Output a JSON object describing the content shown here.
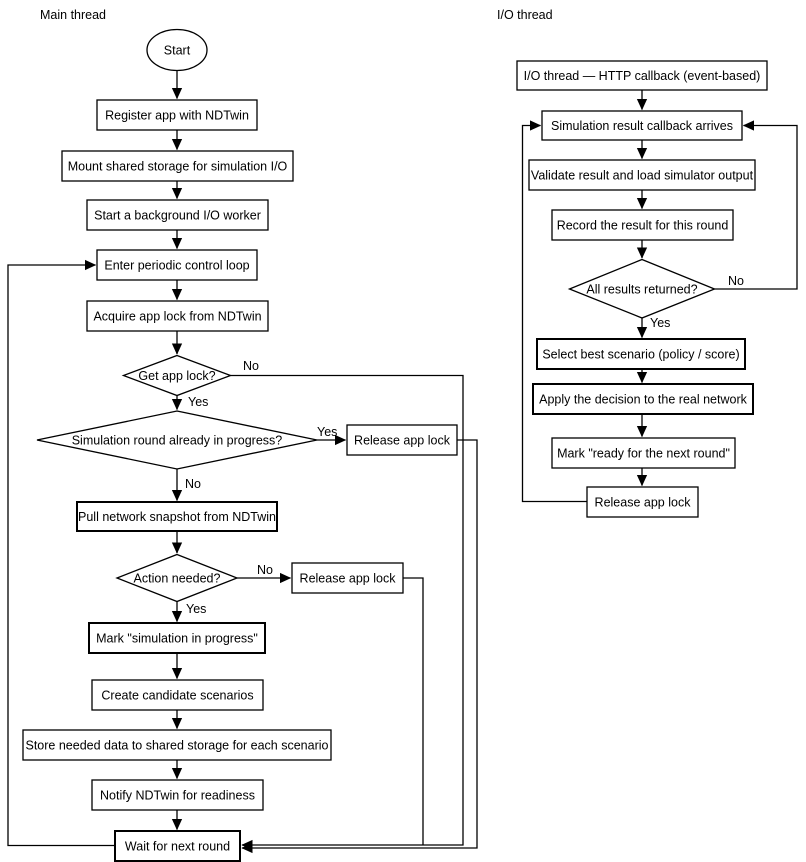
{
  "titles": {
    "main": "Main thread",
    "io": "I/O thread"
  },
  "colors": {
    "black_border": "#000000",
    "gray_border": "#808080",
    "background": "#ffffff",
    "text": "#000000"
  },
  "main": {
    "start": "Start",
    "register": "Register app with NDTwin",
    "mount": "Mount shared storage for simulation I/O",
    "worker": "Start a background I/O worker",
    "loop": "Enter periodic control loop",
    "acquire": "Acquire app lock from NDTwin",
    "get_lock": "Get app lock?",
    "sim_round": "Simulation round already in progress?",
    "release_top": "Release app lock",
    "pull": "Pull network snapshot from NDTwin",
    "action": "Action needed?",
    "release_mid": "Release app lock",
    "mark_sim": "Mark \"simulation in progress\"",
    "create": "Create candidate scenarios",
    "store": "Store needed data to shared storage for each scenario",
    "notify": "Notify NDTwin for readiness",
    "wait": "Wait for next round"
  },
  "io": {
    "http": "I/O thread — HTTP callback (event-based)",
    "callback": "Simulation result callback arrives",
    "validate": "Validate result and load simulator output",
    "record": "Record the result for this round",
    "all_results": "All results returned?",
    "select": "Select best scenario (policy / score)",
    "apply": "Apply the decision to the real network",
    "mark_ready": "Mark \"ready for the next round\"",
    "release": "Release app lock"
  },
  "edge_labels": {
    "get_lock_no": "No",
    "get_lock_yes": "Yes",
    "sim_round_yes": "Yes",
    "sim_round_no": "No",
    "action_no": "No",
    "action_yes": "Yes",
    "all_results_no": "No",
    "all_results_yes": "Yes"
  }
}
